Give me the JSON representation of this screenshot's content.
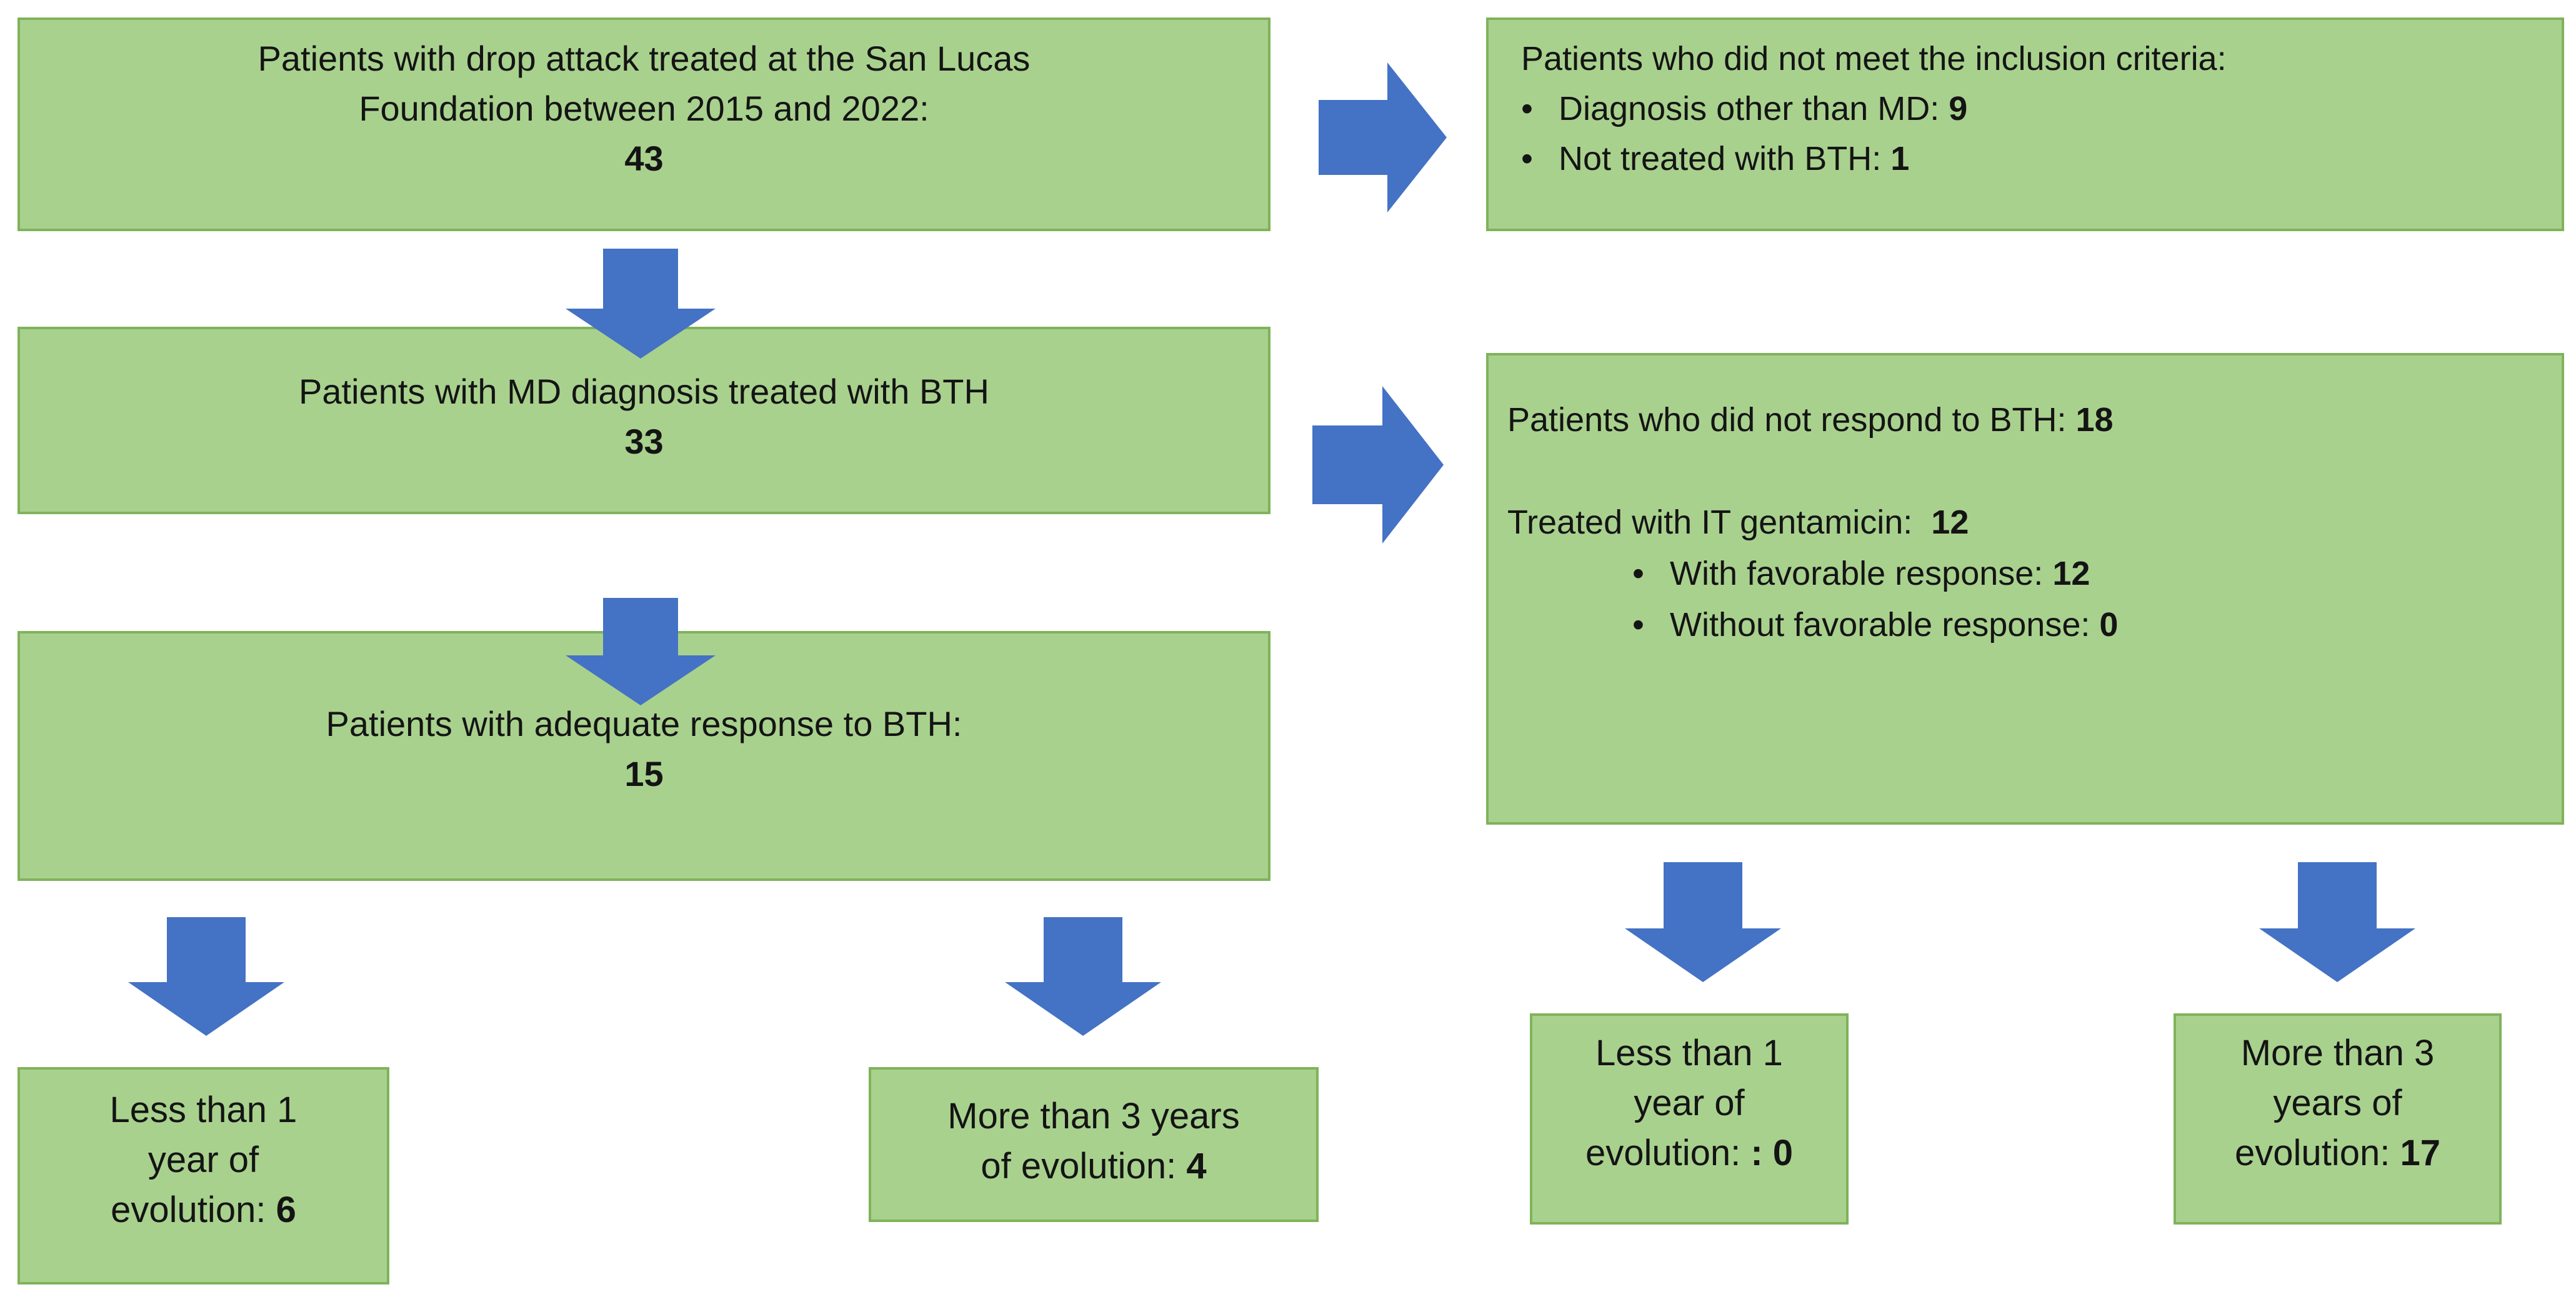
{
  "colors": {
    "box_fill": "#a9d18e",
    "box_border": "#7fb35a",
    "arrow": "#4472c4"
  },
  "icons": {
    "arrow_down": "arrow-down-icon",
    "arrow_right": "arrow-right-icon"
  },
  "box_total": {
    "line1": "Patients with drop attack treated at the San Lucas",
    "line2": "Foundation between 2015 and 2022:",
    "count": "43"
  },
  "box_excluded": {
    "title": "Patients who did not meet the inclusion criteria:",
    "items": [
      {
        "bullet": "•",
        "label": "Diagnosis other than MD: ",
        "count": "9"
      },
      {
        "bullet": "•",
        "label": "Not treated with BTH: ",
        "count": "1"
      }
    ]
  },
  "box_md_bth": {
    "label": "Patients with MD diagnosis treated with BTH",
    "count": "33"
  },
  "box_no_response": {
    "title": "Patients who did not respond to BTH: ",
    "title_count": "18",
    "gent_label": "Treated with IT gentamicin:  ",
    "gent_count": "12",
    "items": [
      {
        "bullet": "•",
        "label": "With favorable response: ",
        "count": "12"
      },
      {
        "bullet": "•",
        "label": "Without favorable response: ",
        "count": "0"
      }
    ]
  },
  "box_adequate": {
    "label": "Patients with adequate response to BTH:",
    "count": "15"
  },
  "box_left_less1": {
    "line1": "Less than 1",
    "line2": "year of",
    "line3": "evolution: ",
    "count": "6"
  },
  "box_left_more3": {
    "line1": "More than 3 years",
    "line2": "of evolution: ",
    "count": "4"
  },
  "box_right_less1": {
    "line1": "Less than 1",
    "line2": "year of",
    "line3": "evolution: ",
    "count": ": 0"
  },
  "box_right_more3": {
    "line1": "More than 3",
    "line2": "years of",
    "line3": "evolution: ",
    "count": "17"
  }
}
